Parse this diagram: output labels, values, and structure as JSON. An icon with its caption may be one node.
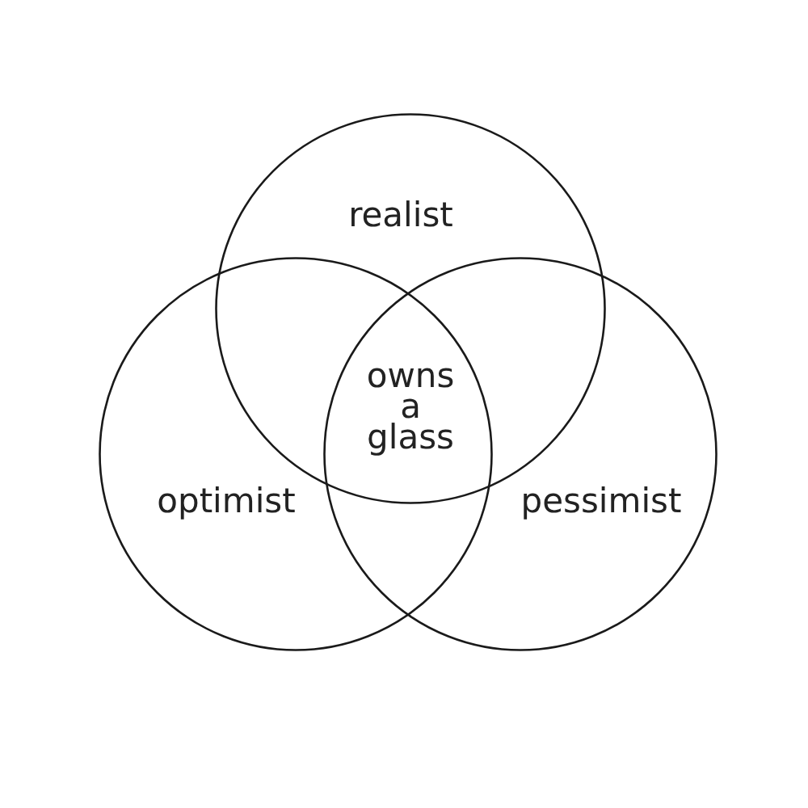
{
  "diagram": {
    "nodes": [
      {
        "text": [
          "realist"
        ]
      },
      {
        "text": [
          "optimist"
        ]
      },
      {
        "text": [
          "pessimist"
        ]
      }
    ],
    "labels": [
      "owns a glass"
    ]
  }
}
